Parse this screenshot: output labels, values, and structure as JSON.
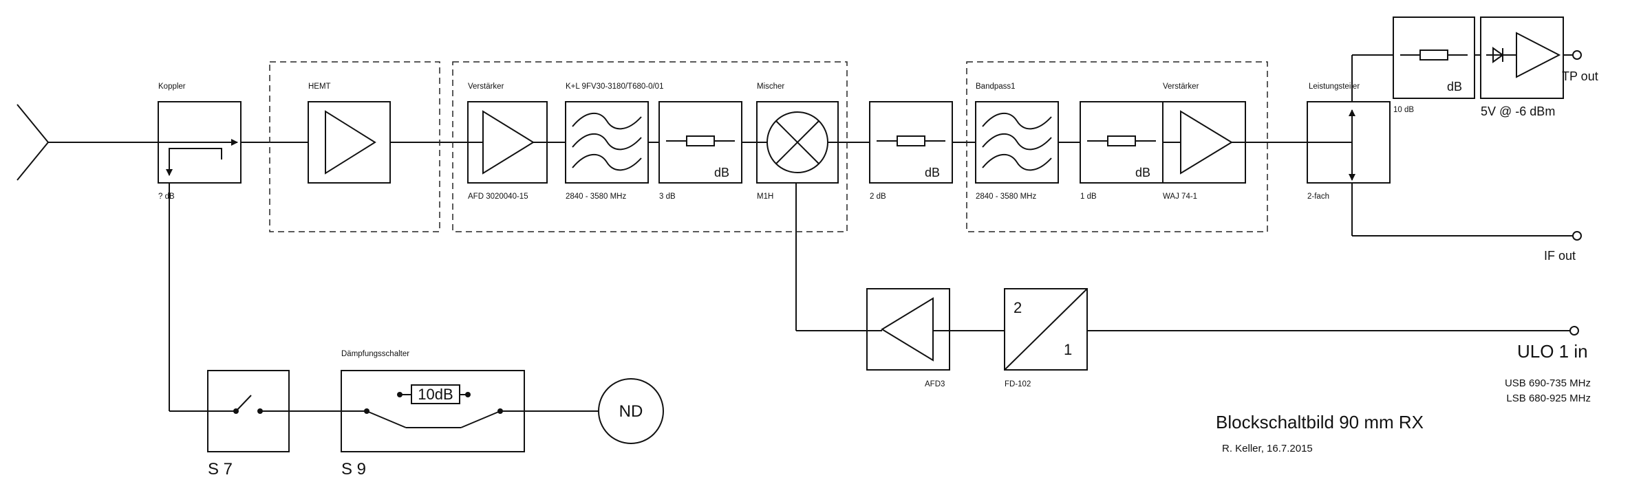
{
  "title": "Blockschaltbild 90 mm RX",
  "author": "R. Keller, 16.7.2015",
  "blocks": {
    "coupler": {
      "label": "Koppler",
      "value": "? dB"
    },
    "hemt": {
      "label": "HEMT"
    },
    "group_label": "K+L 9FV30-3180/T680-0/01",
    "amp1": {
      "label": "Verstärker",
      "part": "AFD 3020040-15"
    },
    "filter1": {
      "range": "2840 - 3580 MHz"
    },
    "att1": {
      "symbol": "dB",
      "value": "3 dB"
    },
    "mixer": {
      "label": "Mischer",
      "part": "M1H"
    },
    "att2": {
      "symbol": "dB",
      "value": "2 dB"
    },
    "bandpass": {
      "label": "Bandpass1",
      "range": "2840 - 3580 MHz"
    },
    "att3": {
      "symbol": "dB",
      "value": "1 dB"
    },
    "amp2": {
      "label": "Verstärker",
      "part": "WAJ 74-1"
    },
    "splitter": {
      "label": "Leistungsteiler",
      "type": "2-fach"
    },
    "att4": {
      "symbol": "dB",
      "value": "10 dB"
    },
    "detector": {
      "spec": "5V @ -6 dBm"
    },
    "lo_amp": {
      "part": "AFD3"
    },
    "freq_div": {
      "in": "2",
      "out": "1",
      "part": "FD-102"
    },
    "switch1": {
      "label": "S 7"
    },
    "attswitch": {
      "label": "Dämpfungsschalter",
      "value": "10dB",
      "name": "S 9"
    },
    "noise_diode": {
      "label": "ND"
    }
  },
  "ports": {
    "tp_out": "TP out",
    "if_out": "IF out",
    "ulo_in": "ULO 1 in",
    "usb": "USB 690-735 MHz",
    "lsb": "LSB 680-925 MHz"
  }
}
